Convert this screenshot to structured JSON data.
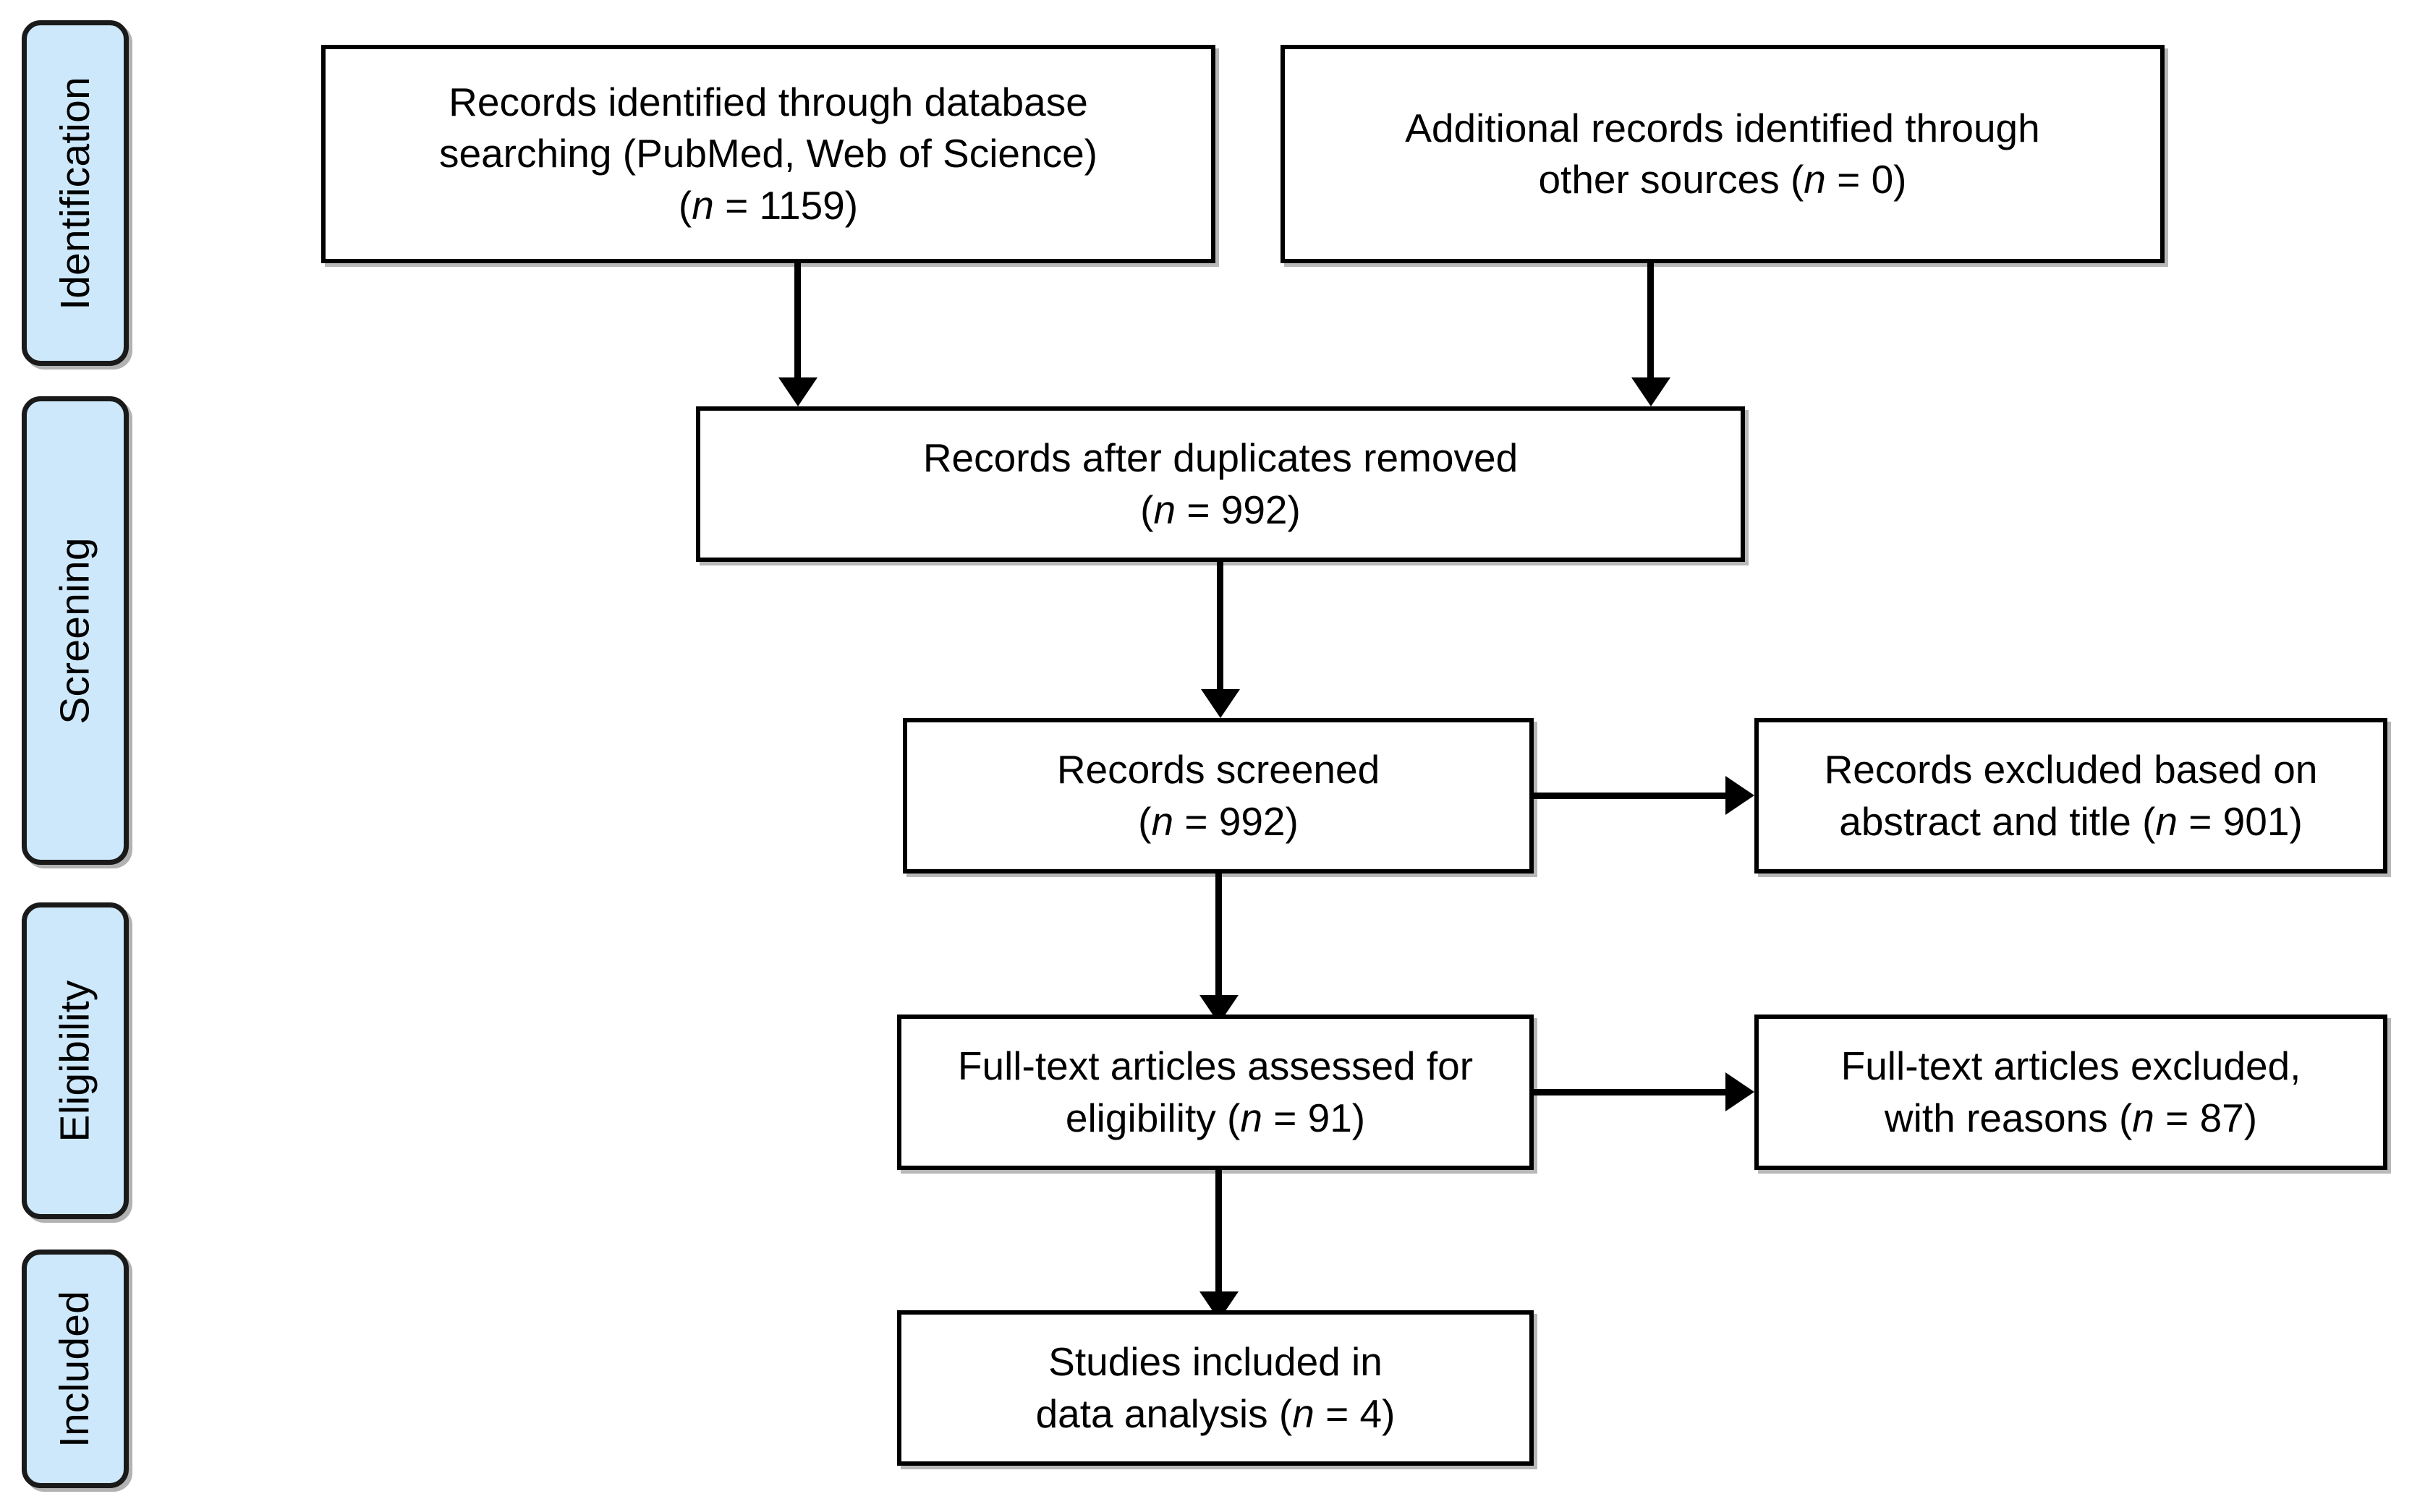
{
  "figure": {
    "type": "prisma-flow-diagram",
    "background_color": "#ffffff",
    "stage_fill_color": "#cde8fa",
    "stage_border_color": "#1a1a1a",
    "box_border_color": "#000000",
    "connector_color": "#000000"
  },
  "stages": [
    {
      "id": "identification",
      "label": "Identification"
    },
    {
      "id": "screening",
      "label": "Screening"
    },
    {
      "id": "eligibility",
      "label": "Eligibility"
    },
    {
      "id": "included",
      "label": "Included"
    }
  ],
  "boxes": {
    "records_identified": {
      "line1": "Records identified through database",
      "line2": "searching (PubMed, Web of Science)",
      "n_prefix": "(",
      "n_symbol": "n",
      "n_equals": " = ",
      "n_value": "1159",
      "n_suffix": ")"
    },
    "additional_records": {
      "line1": "Additional records identified through",
      "line2_pre": "other sources (",
      "n_symbol": "n",
      "n_equals": " = ",
      "n_value": "0",
      "n_suffix": ")"
    },
    "after_duplicates": {
      "line1": "Records after duplicates removed",
      "n_prefix": "(",
      "n_symbol": "n",
      "n_equals": " = ",
      "n_value": "992",
      "n_suffix": ")"
    },
    "records_screened": {
      "line1": "Records screened",
      "n_prefix": "(",
      "n_symbol": "n",
      "n_equals": " = ",
      "n_value": "992",
      "n_suffix": ")"
    },
    "records_excluded": {
      "line1": "Records excluded based on",
      "line2_pre": "abstract and title (",
      "n_symbol": "n",
      "n_equals": " = ",
      "n_value": "901",
      "n_suffix": ")"
    },
    "fulltext_assessed": {
      "line1": "Full-text articles assessed for",
      "line2_pre": "eligibility (",
      "n_symbol": "n",
      "n_equals": " = ",
      "n_value": "91",
      "n_suffix": ")"
    },
    "fulltext_excluded": {
      "line1": "Full-text articles excluded,",
      "line2_pre": "with reasons (",
      "n_symbol": "n",
      "n_equals": " = ",
      "n_value": "87",
      "n_suffix": ")"
    },
    "studies_included": {
      "line1": "Studies included in",
      "line2_pre": "data analysis (",
      "n_symbol": "n",
      "n_equals": " = ",
      "n_value": "4",
      "n_suffix": ")"
    }
  },
  "chart_data": {
    "type": "diagram",
    "title": "PRISMA flow diagram",
    "nodes": [
      {
        "id": "records_identified",
        "stage": "Identification",
        "label": "Records identified through database searching (PubMed, Web of Science)",
        "n": 1159
      },
      {
        "id": "additional_records",
        "stage": "Identification",
        "label": "Additional records identified through other sources",
        "n": 0
      },
      {
        "id": "after_duplicates",
        "stage": "Screening",
        "label": "Records after duplicates removed",
        "n": 992
      },
      {
        "id": "records_screened",
        "stage": "Screening",
        "label": "Records screened",
        "n": 992
      },
      {
        "id": "records_excluded",
        "stage": "Screening",
        "label": "Records excluded based on abstract and title",
        "n": 901
      },
      {
        "id": "fulltext_assessed",
        "stage": "Eligibility",
        "label": "Full-text articles assessed for eligibility",
        "n": 91
      },
      {
        "id": "fulltext_excluded",
        "stage": "Eligibility",
        "label": "Full-text articles excluded, with reasons",
        "n": 87
      },
      {
        "id": "studies_included",
        "stage": "Included",
        "label": "Studies included in data analysis",
        "n": 4
      }
    ],
    "edges": [
      {
        "from": "records_identified",
        "to": "after_duplicates",
        "direction": "down"
      },
      {
        "from": "additional_records",
        "to": "after_duplicates",
        "direction": "down"
      },
      {
        "from": "after_duplicates",
        "to": "records_screened",
        "direction": "down"
      },
      {
        "from": "records_screened",
        "to": "records_excluded",
        "direction": "right"
      },
      {
        "from": "records_screened",
        "to": "fulltext_assessed",
        "direction": "down"
      },
      {
        "from": "fulltext_assessed",
        "to": "fulltext_excluded",
        "direction": "right"
      },
      {
        "from": "fulltext_assessed",
        "to": "studies_included",
        "direction": "down"
      }
    ]
  }
}
